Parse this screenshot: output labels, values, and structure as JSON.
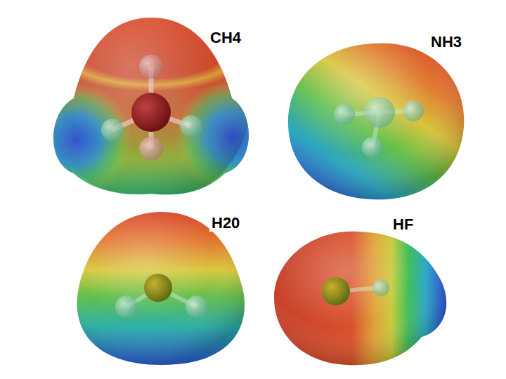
{
  "diagram": {
    "labels": [
      "CH4",
      "NH3",
      "H20",
      "HF"
    ]
  }
}
